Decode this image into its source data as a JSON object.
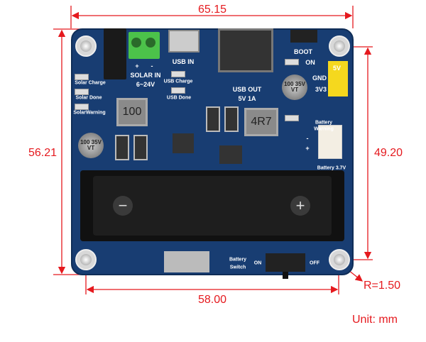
{
  "dimensions": {
    "width": "65.15",
    "height": "56.21",
    "hole_spacing_vertical": "49.20",
    "hole_spacing_horizontal": "58.00",
    "corner_radius": "R=1.50",
    "unit": "Unit: mm"
  },
  "board": {
    "solar_in": "SOLAR IN",
    "solar_voltage": "6~24V",
    "plus": "+",
    "minus": "-",
    "usb_in": "USB IN",
    "boot": "BOOT",
    "on": "ON",
    "pin_5v": "5V",
    "pin_gnd": "GND",
    "pin_3v3": "3V3",
    "usb_out": "USB OUT",
    "usb_out_rating": "5V 1A",
    "solar_charge": "Solar Charge",
    "solar_done": "Solar Done",
    "solar_warning": "SolarWarning",
    "usb_charge": "USB Charge",
    "usb_done": "USB Done",
    "battery_warning_1": "Battery",
    "battery_warning_2": "Warning",
    "battery_minus": "-",
    "battery_plus": "+",
    "battery_voltage": "Battery 3.7V",
    "inductor_1": "100",
    "inductor_2": "4R7",
    "capacitor": "100 35V VT",
    "switch_1": "Battery",
    "switch_2": "Switch",
    "switch_on": "ON",
    "switch_off": "OFF",
    "holder_minus": "−",
    "holder_plus": "+"
  },
  "colors": {
    "dimension": "#e5191e",
    "pcb": "#183d72",
    "terminal": "#4cc24a",
    "header": "#f5d81e"
  }
}
